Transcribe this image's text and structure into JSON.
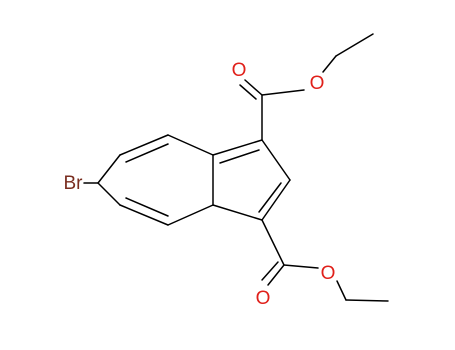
{
  "molecule": {
    "atoms": {
      "br": {
        "label": "Br",
        "color": "#7a2e20"
      },
      "o_top_carbonyl": {
        "label": "O",
        "color": "#e0201a"
      },
      "o_top_ester": {
        "label": "O",
        "color": "#e0201a"
      },
      "o_bottom_carbonyl": {
        "label": "O",
        "color": "#e0201a"
      },
      "o_bottom_ester": {
        "label": "O",
        "color": "#e0201a"
      }
    },
    "bond_color": "#000000"
  }
}
